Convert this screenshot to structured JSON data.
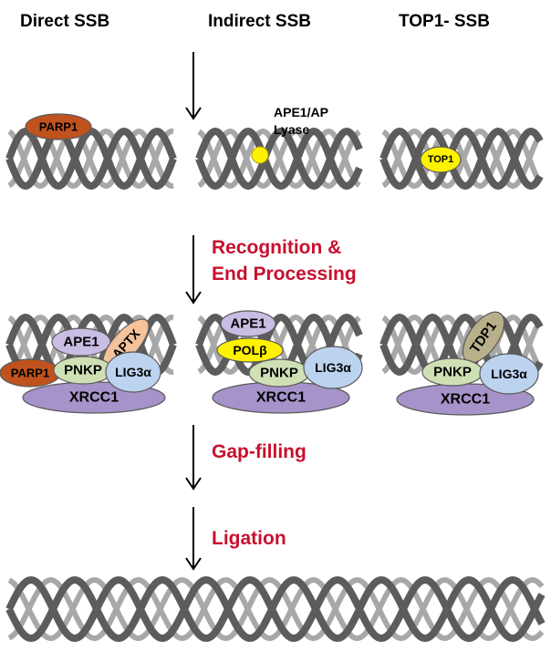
{
  "columns": {
    "direct": "Direct SSB",
    "indirect": "Indirect SSB",
    "top1": "TOP1- SSB"
  },
  "steps": {
    "recognition_line1": "Recognition &",
    "recognition_line2": "End Processing",
    "gap_filling": "Gap-filling",
    "ligation": "Ligation"
  },
  "annotations": {
    "ape1_ap_line1": "APE1/AP",
    "ape1_ap_line2": "Lyase"
  },
  "proteins": {
    "parp1": "PARP1",
    "top1": "TOP1",
    "ape1": "APE1",
    "aptx": "APTX",
    "pnkp": "PNKP",
    "lig3a": "LIG3α",
    "xrcc1": "XRCC1",
    "polb": "POLβ",
    "tdp1": "TDP1"
  },
  "colors": {
    "title_text": "#000000",
    "step_text": "#c8102e",
    "dna_front": "#5c5c5c",
    "dna_back": "#a8a8a8",
    "parp1": "#c0521e",
    "top1": "#fff200",
    "ape1": "#c9bde4",
    "aptx": "#f4c29b",
    "pnkp": "#cfe0b4",
    "lig3a": "#bcd3ef",
    "xrcc1": "#a593c9",
    "polb": "#fff200",
    "tdp1": "#b8b08a",
    "lyase_dot": "#fff200"
  }
}
